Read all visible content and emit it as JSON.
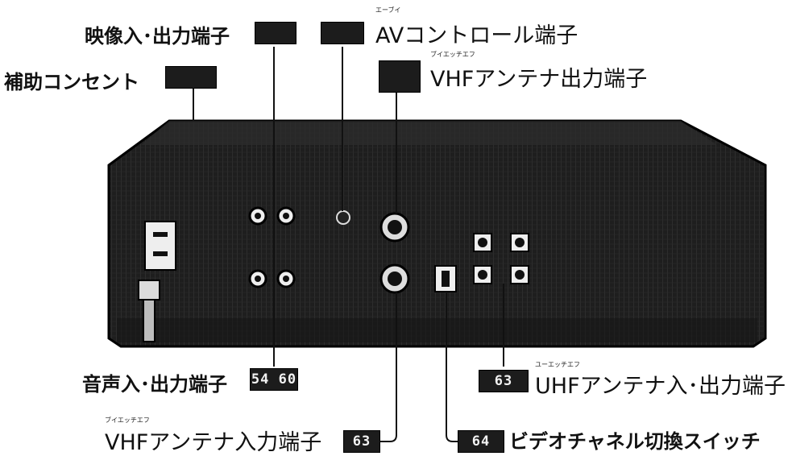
{
  "labels": {
    "video_io": "映像入･出力端子",
    "av_control": "AVコントロール端子",
    "av_control_ruby": "エーブイ",
    "aux_outlet": "補助コンセント",
    "vhf_out": "VHFアンテナ出力端子",
    "vhf_out_ruby": "ブイエッチエフ",
    "audio_io": "音声入･出力端子",
    "uhf_io": "UHFアンテナ入･出力端子",
    "uhf_io_ruby": "ユーエッチエフ",
    "vhf_in": "VHFアンテナ入力端子",
    "vhf_in_ruby": "ブイエッチエフ",
    "video_channel_switch": "ビデオチャネル切換スイッチ"
  },
  "badges": {
    "video_io": "",
    "av_control": "",
    "aux_outlet": "",
    "vhf_out": "",
    "audio_io": "54 60",
    "uhf_io": "63",
    "vhf_in": "63",
    "video_channel_switch": "64"
  },
  "colors": {
    "panel": "#1a1a1a",
    "panel_light": "#3a3a3a",
    "line": "#111111",
    "jack_ring": "#d8d8d8"
  }
}
